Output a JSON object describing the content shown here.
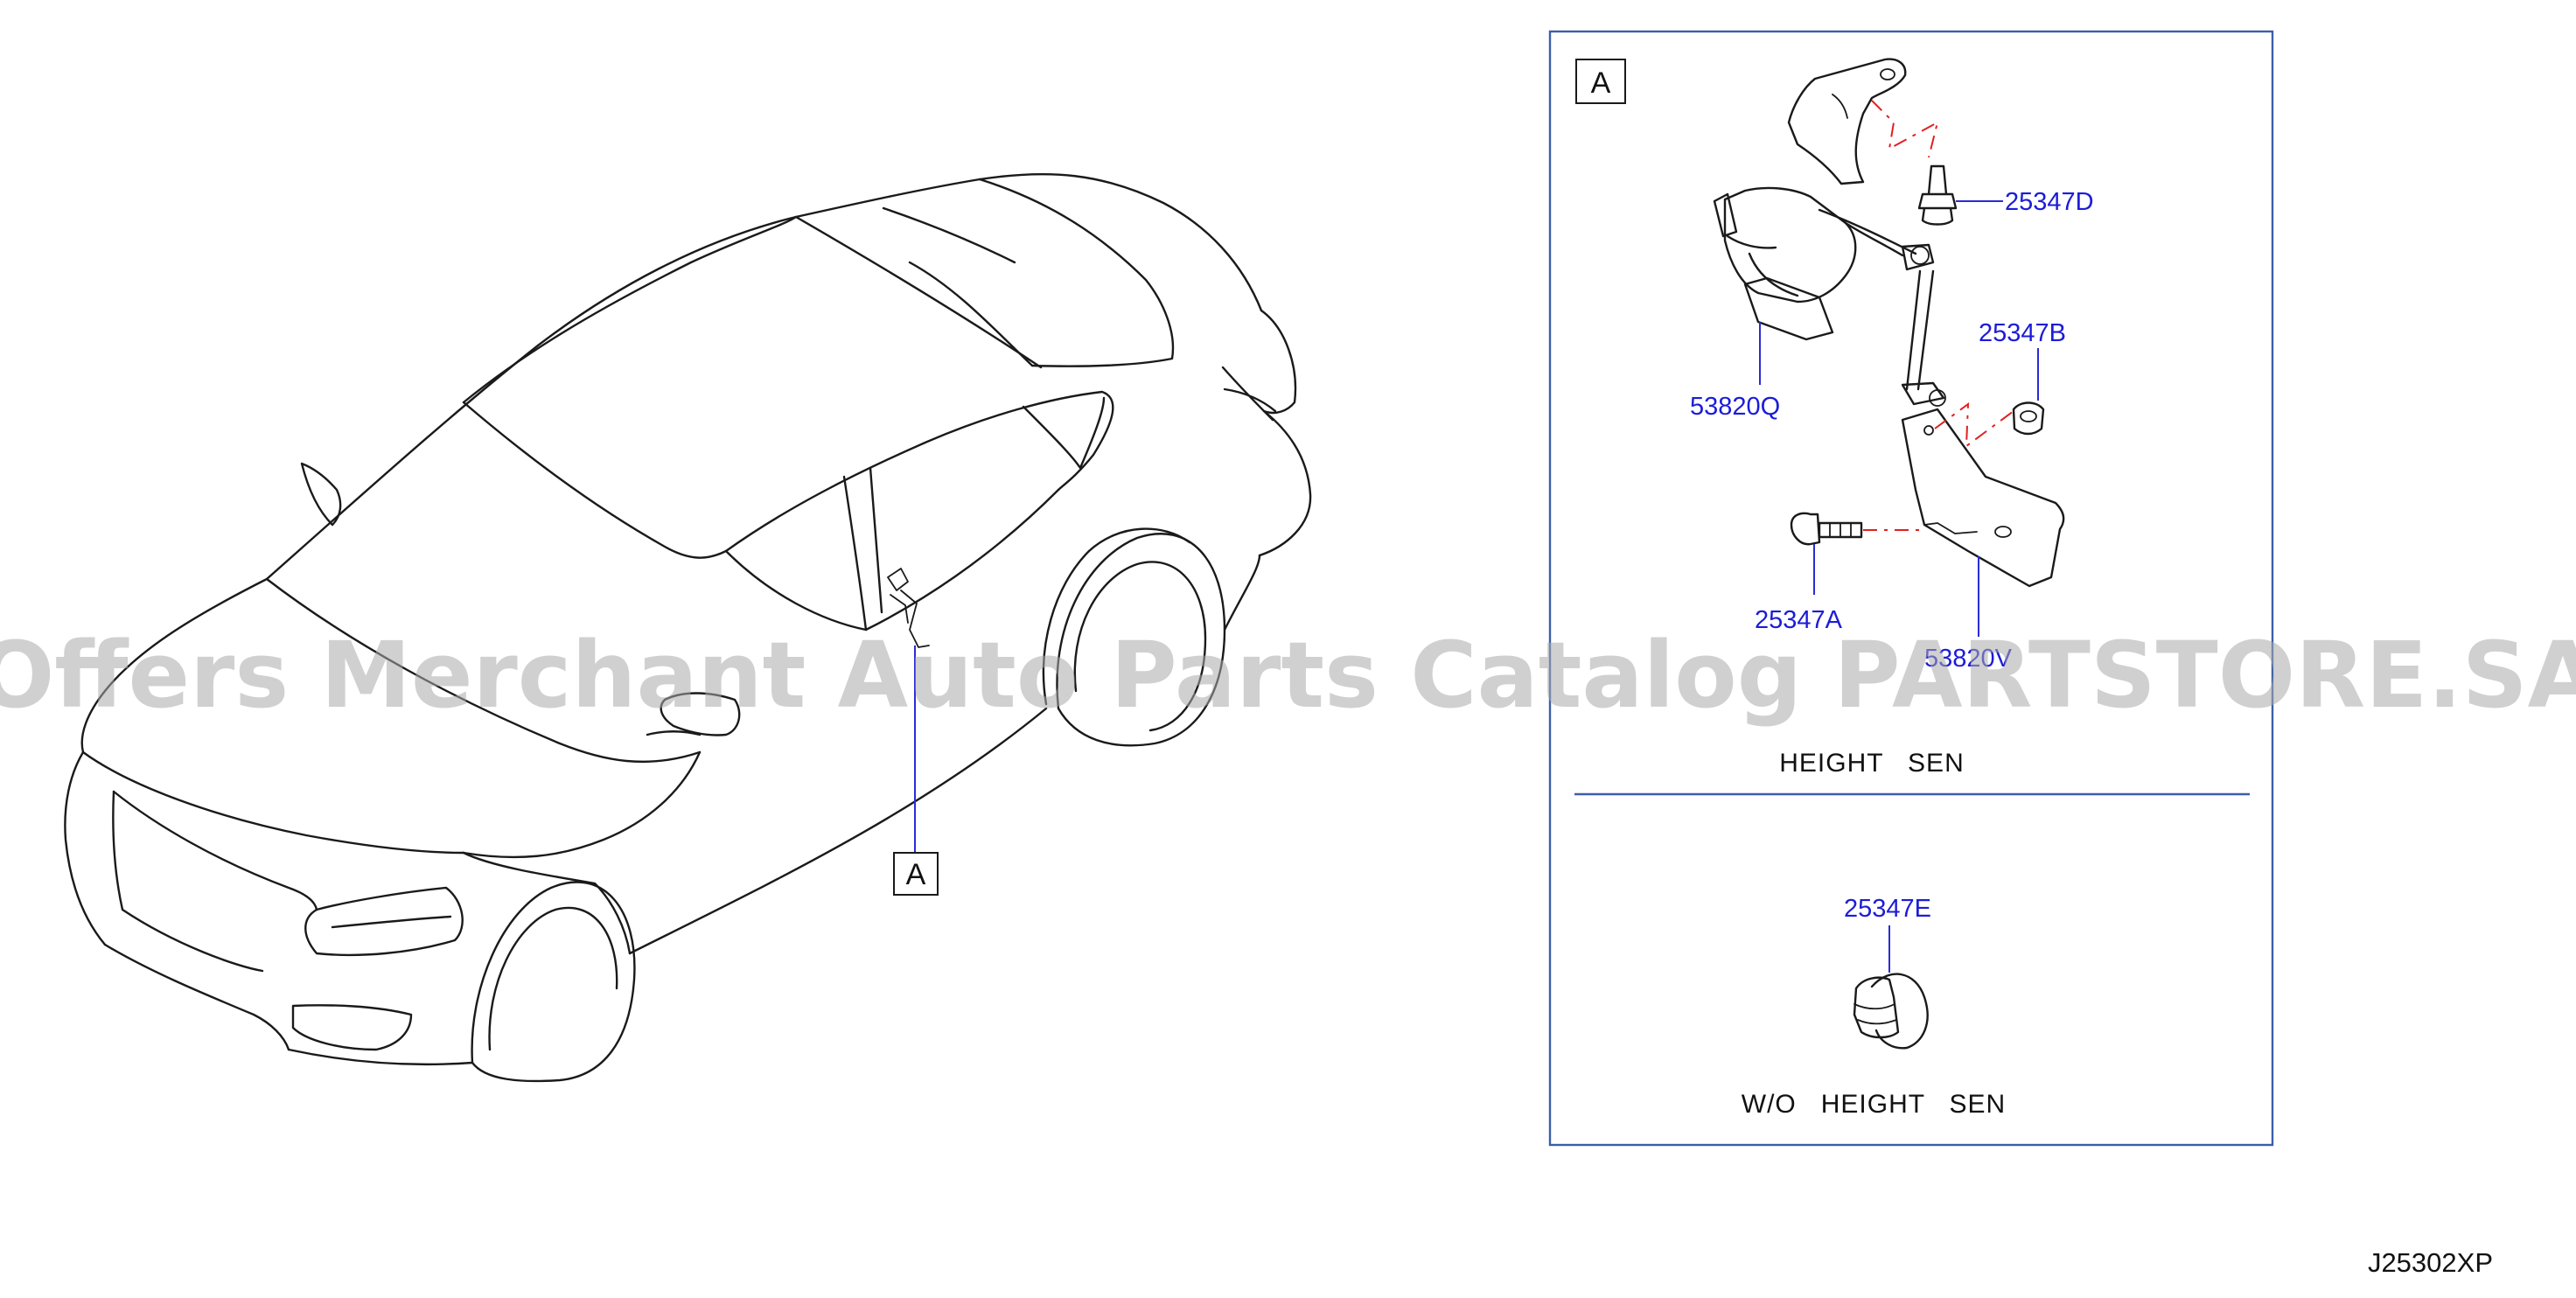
{
  "watermark": "Offers Merchant Auto Parts Catalog PARTSTORE.SA",
  "diagram_code": "J25302XP",
  "car_callout": "A",
  "detail": {
    "callout": "A",
    "section_with": {
      "caption": "HEIGHT   SEN",
      "parts": {
        "bolt_d": "25347D",
        "nut_b": "25347B",
        "sensor": "53820Q",
        "bolt_a": "25347A",
        "bracket": "53820V"
      }
    },
    "section_without": {
      "caption": "W/O   HEIGHT   SEN",
      "parts": {
        "clip_e": "25347E"
      }
    }
  },
  "colors": {
    "part_number": "#1c1cd8",
    "leader": "#2b2bd6",
    "red_guide": "#e02020",
    "frame": "#3a5fa8"
  }
}
